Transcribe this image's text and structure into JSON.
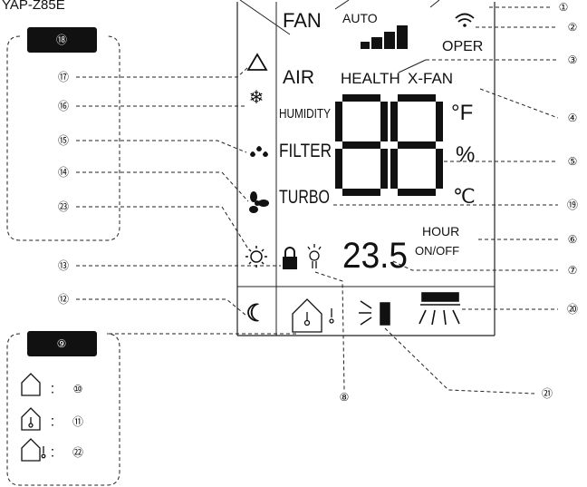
{
  "header": {
    "model_text": "YAP-Z85E",
    "number_top": "①"
  },
  "lcd": {
    "fan": "FAN",
    "auto": "AUTO",
    "oper": "OPER",
    "air": "AIR",
    "health": "HEALTH",
    "xfan": "X-FAN",
    "humidity": "HUMIDITY",
    "filter": "FILTER",
    "turbo": "TURBO",
    "unit_f": "°F",
    "unit_pct": "%",
    "unit_c": "℃",
    "hour": "HOUR",
    "onoff": "ON/OFF",
    "temp": "23.5"
  },
  "callouts_right": [
    "②",
    "③",
    "④",
    "⑤",
    "⑲",
    "⑥",
    "⑦",
    "⑳"
  ],
  "callouts_left": [
    "⑰",
    "⑯",
    "⑮",
    "⑭",
    "㉓",
    "⑬",
    "⑫"
  ],
  "callouts_bottom": [
    "⑧",
    "㉑"
  ],
  "box_top": {
    "title": "⑱"
  },
  "box_bottom": {
    "title": "⑨",
    "rows": [
      {
        "sep": ":",
        "num": "⑩"
      },
      {
        "sep": ":",
        "num": "⑪"
      },
      {
        "sep": ":",
        "num": "㉒"
      }
    ]
  }
}
